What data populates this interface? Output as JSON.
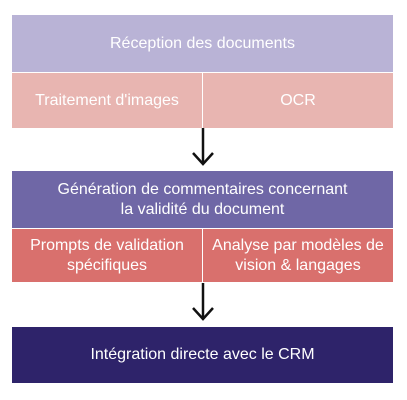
{
  "steps": {
    "reception": "Réception des documents",
    "traitement": "Traitement d'images",
    "ocr": "OCR",
    "generation": "Génération de commentaires concernant\nla validité du document",
    "prompts": "Prompts de validation\nspécifiques",
    "analyse": "Analyse par modèles de\nvision & langages",
    "integration": "Intégration directe avec le CRM"
  },
  "colors": {
    "lavender": "#b9b3d6",
    "pink_light": "#e8b5b1",
    "purple_mid": "#6f67a6",
    "red_mid": "#d9706d",
    "navy": "#2e236a",
    "arrow": "#111111",
    "divider": "#ffffff"
  }
}
